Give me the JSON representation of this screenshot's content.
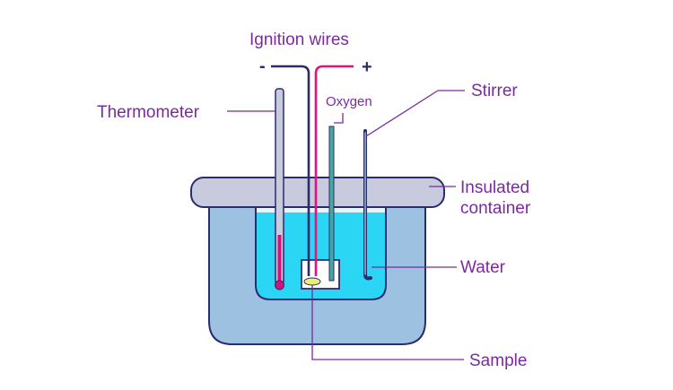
{
  "labels": {
    "ignition_wires": "Ignition wires",
    "minus": "-",
    "plus": "+",
    "oxygen": "Oxygen",
    "stirrer": "Stirrer",
    "thermometer": "Thermometer",
    "insulated_line1": "Insulated",
    "insulated_line2": "container",
    "water": "Water",
    "sample": "Sample"
  },
  "colors": {
    "label": "#7b2a9e",
    "outline": "#2b2b6e",
    "container_fill": "#9dc1e0",
    "water_fill": "#2bd6f5",
    "lid_fill": "#c8cade",
    "wire_negative": "#2b2b6e",
    "wire_positive": "#e0147f",
    "oxygen_tube": "#4aa6a0",
    "thermometer_bulb": "#d0147f"
  }
}
